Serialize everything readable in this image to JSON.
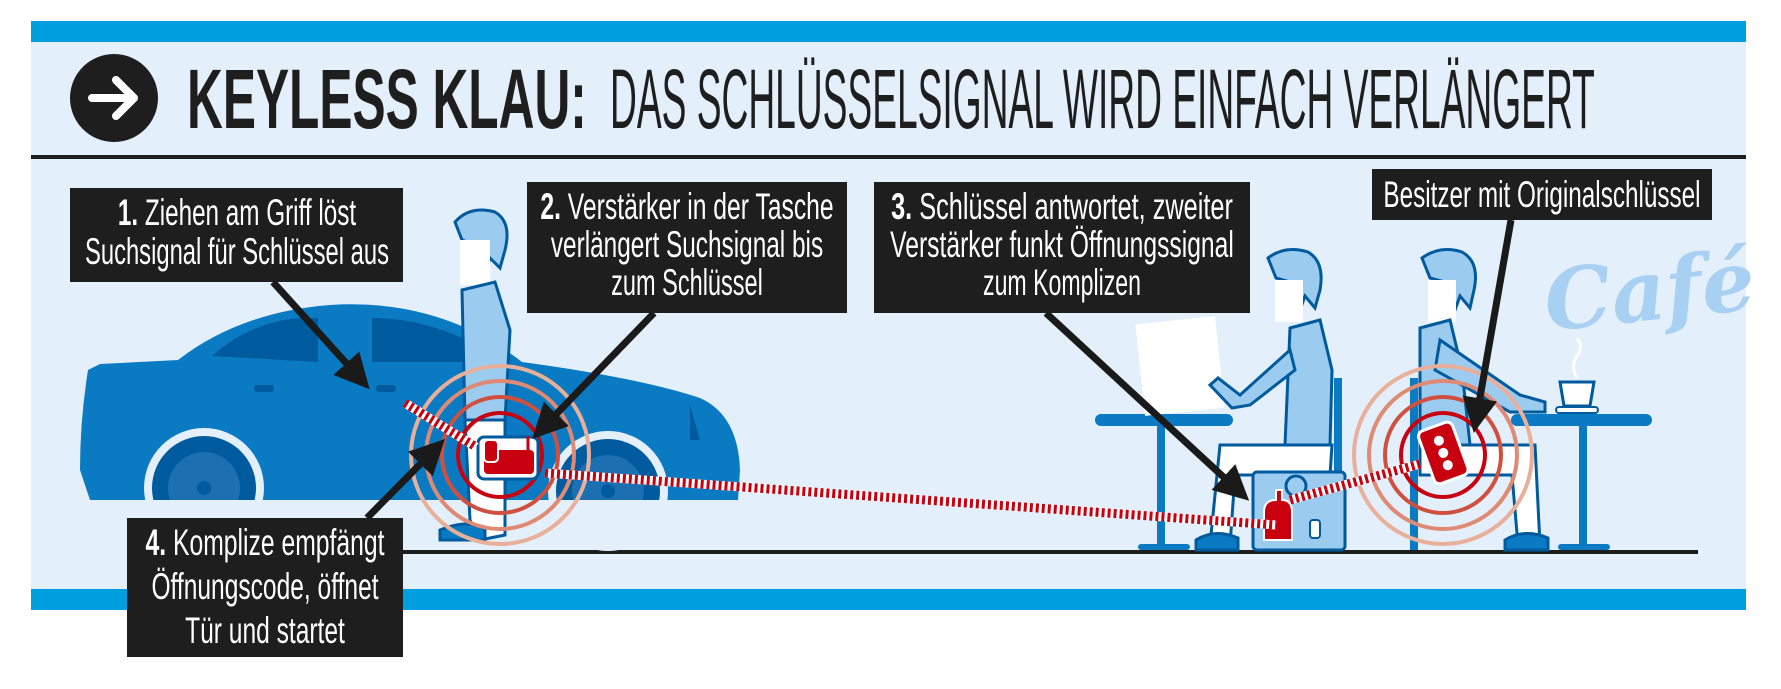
{
  "title": {
    "bold": "KEYLESS KLAU:",
    "regular": "DAS SCHLÜSSELSIGNAL WIRD EINFACH VERLÄNGERT"
  },
  "steps": [
    {
      "number": "1.",
      "lines": [
        "Ziehen am Griff löst",
        "Suchsignal für Schlüssel aus"
      ]
    },
    {
      "number": "2.",
      "lines": [
        "Verstärker in der Tasche",
        "verlängert Suchsignal bis",
        "zum Schlüssel"
      ]
    },
    {
      "number": "3.",
      "lines": [
        "Schlüssel antwortet, zweiter",
        "Verstärker funkt Öffnungssignal",
        "zum Komplizen"
      ]
    },
    {
      "number": "4.",
      "lines": [
        "Komplize empfängt",
        "Öffnungscode, öffnet",
        "Tür und startet"
      ]
    }
  ],
  "owner_label": "Besitzer mit Originalschlüssel",
  "cafe_sign": "Café",
  "icons": {
    "header": "arrow-right-circle-icon",
    "amplifier": "signal-amplifier-icon",
    "key_fob": "car-key-fob-icon"
  },
  "colors": {
    "accent_bar": "#009fe0",
    "panel": "#e3effa",
    "car": "#0a7bc2",
    "dark_blue": "#005a9e",
    "figure": "#9ccbf0",
    "signal_red": "#c8000f",
    "box": "#1e1e1e"
  }
}
